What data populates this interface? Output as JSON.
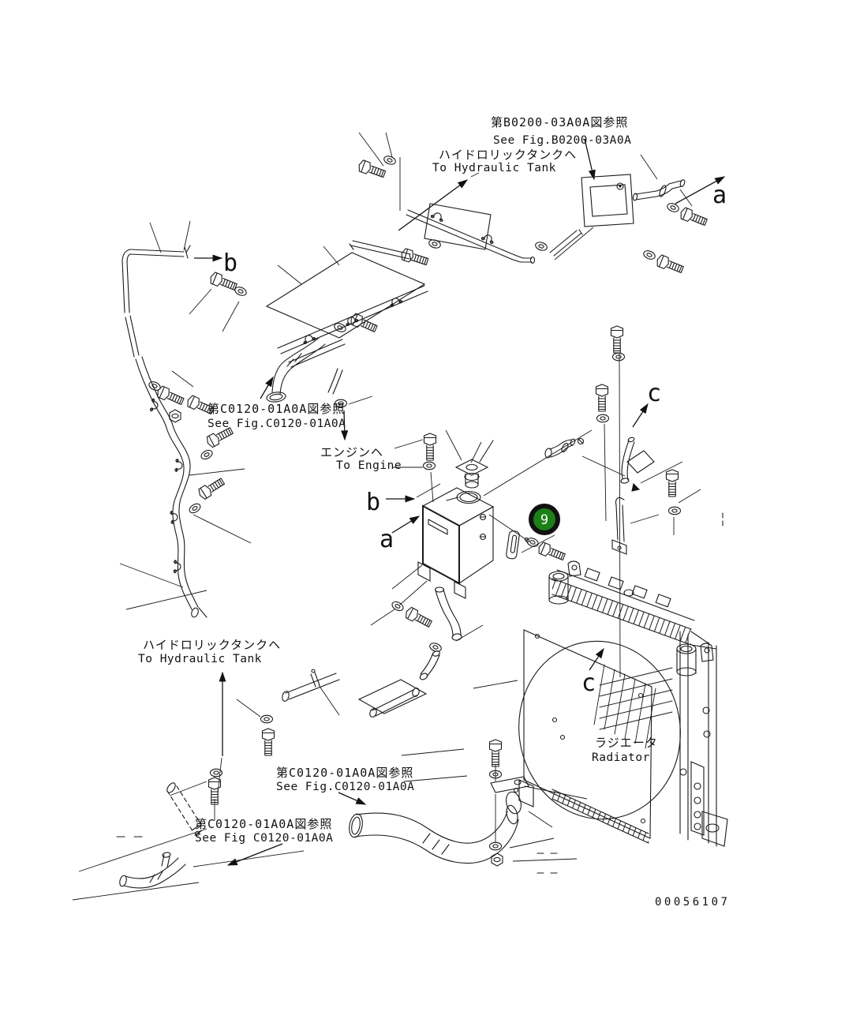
{
  "figure": {
    "drawing_number": "00056107",
    "badge": {
      "number": "9",
      "color": "#1c7f17",
      "ring_color": "#111111"
    },
    "labels": {
      "ref_b0200_jp": "第B0200-03A0A図参照",
      "ref_b0200_en": "See Fig.B0200-03A0A",
      "hyd_top_jp": "ハイドロリックタンクヘ",
      "hyd_top_en": "To Hydraulic Tank",
      "ref_c0120_mid_jp": "第C0120-01A0A図参照",
      "ref_c0120_mid_en": "See Fig.C0120-01A0A",
      "engine_jp": "エンジンヘ",
      "engine_en": "To Engine",
      "hyd_left_jp": "ハイドロリックタンクヘ",
      "hyd_left_en": "To Hydraulic Tank",
      "radiator_jp": "ラジエータ",
      "radiator_en": "Radiator",
      "ref_c0120_br_jp": "第C0120-01A0A図参照",
      "ref_c0120_br_en": "See Fig.C0120-01A0A",
      "ref_c0120_bl_jp": "第C0120-01A0A図参照",
      "ref_c0120_bl_en": "See Fig C0120-01A0A"
    },
    "letters": {
      "a_top": "a",
      "b_top": "b",
      "b_tank": "b",
      "a_tank": "a",
      "c_upper": "c",
      "c_lower": "c"
    },
    "colors": {
      "line": "#1a1a1a",
      "background": "#ffffff"
    }
  }
}
